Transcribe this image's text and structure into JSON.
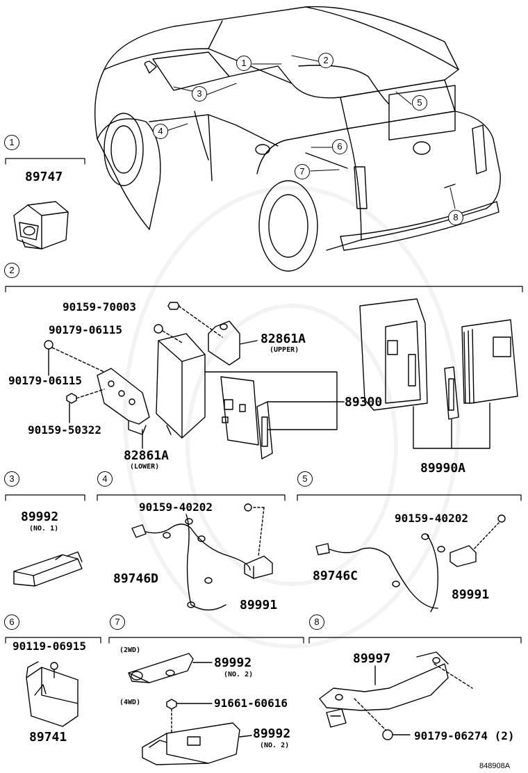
{
  "callouts": {
    "c1": "1",
    "c2": "2",
    "c3": "3",
    "c4": "4",
    "c5": "5",
    "c6": "6",
    "c7": "7",
    "c8": "8"
  },
  "car_callouts": [
    "1",
    "2",
    "3",
    "4",
    "5",
    "6",
    "7",
    "8"
  ],
  "sections": {
    "s1": {
      "part": "89747"
    },
    "s2": {
      "bolt_top": "90159-70003",
      "nut_mid": "90179-06115",
      "nut_left": "90179-06115",
      "bolt_left": "90159-50322",
      "bracket_upper": "82861A",
      "bracket_upper_note": "(UPPER)",
      "bracket_lower": "82861A",
      "bracket_lower_note": "(LOWER)",
      "ecu": "89300",
      "kit": "89990A"
    },
    "s3": {
      "part": "89992",
      "note": "(NO. 1)"
    },
    "s4": {
      "bolt": "90159-40202",
      "harness": "89746D",
      "part": "89991"
    },
    "s5": {
      "bolt": "90159-40202",
      "harness": "89746C",
      "part": "89991"
    },
    "s6": {
      "bolt": "90119-06915",
      "part": "89741"
    },
    "s7": {
      "label_2wd": "(2WD)",
      "part_a": "89992",
      "note_a": "(NO. 2)",
      "label_4wd": "(4WD)",
      "bolt": "91661-60616",
      "part_b": "89992",
      "note_b": "(NO. 2)"
    },
    "s8": {
      "part": "89997",
      "nut": "90179-06274 (2)"
    }
  },
  "diagram_id": "848908A"
}
